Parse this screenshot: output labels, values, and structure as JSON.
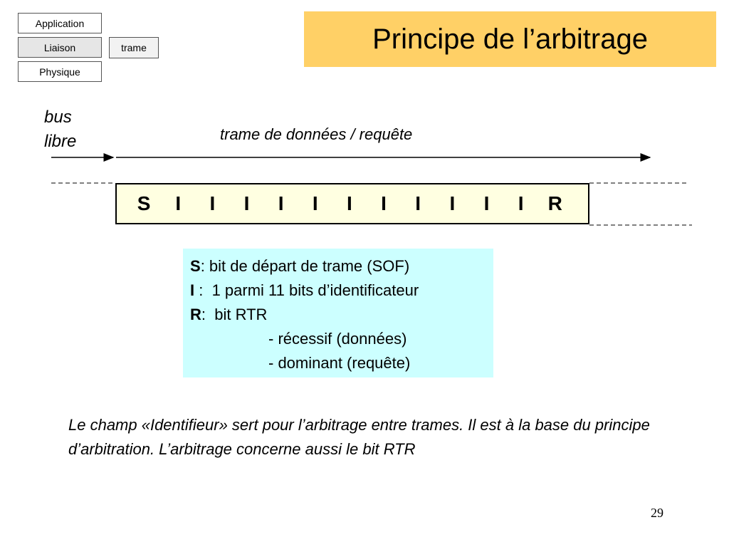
{
  "layers": {
    "application": "Application",
    "liaison": "Liaison",
    "physique": "Physique",
    "trame_tag": "trame"
  },
  "title": "Principe de l’arbitrage",
  "bus_label": {
    "line1": "bus",
    "line2": "libre"
  },
  "trame_label": "trame de données / requête",
  "frame_bits": [
    "S",
    "I",
    "I",
    "I",
    "I",
    "I",
    "I",
    "I",
    "I",
    "I",
    "I",
    "I",
    "R"
  ],
  "legend": {
    "s_key": "S",
    "s_text": ": bit de départ de trame (SOF)",
    "i_key": "I",
    "i_text": " :  1 parmi 11 bits d’identificateur",
    "r_key": "R",
    "r_text": ":  bit RTR",
    "r_opt1": "- récessif (données)",
    "r_opt2": "- dominant (requête)"
  },
  "note": "Le champ «Identifieur» sert pour l’arbitrage entre trames. Il est à la base du principe d’arbitration. L’arbitrage concerne aussi le bit RTR",
  "page_number": "29",
  "colors": {
    "title_bg": "#ffd066",
    "frame_bg": "#ffffe1",
    "legend_bg": "#ccffff"
  }
}
